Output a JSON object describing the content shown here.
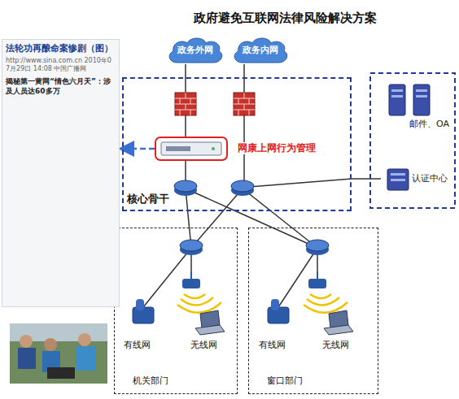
{
  "diagram": {
    "title": "政府避免互联网法律风险解决方案",
    "nodes": [
      {
        "text": [
          "政务外网"
        ]
      },
      {
        "text": [
          "政务内网"
        ]
      },
      {
        "text": [
          "核心骨干"
        ]
      },
      {
        "text": [
          "网康上网行为管理"
        ],
        "in": 2
      },
      {
        "text": [
          "邮件、OA"
        ]
      },
      {
        "text": [
          "认证中心"
        ]
      },
      {
        "text": [
          "机关部门"
        ]
      },
      {
        "text": [
          "窗口部门"
        ]
      },
      {
        "text": [
          "法轮功再酿命案惨剧（图）",
          "http://www.sina.com.cn 2010年07月29日 14:08 中国广播网",
          "揭秘第一黄网“情色六月天”：涉及人员达60多万"
        ]
      }
    ],
    "edges": [
      {
        "from": 0,
        "to": 3,
        "arrow": "none"
      },
      {
        "from": 1,
        "to": 2,
        "arrow": "none"
      },
      {
        "from": 3,
        "to": 8,
        "arrow": "to"
      },
      {
        "from": 2,
        "to": 5,
        "arrow": "none"
      },
      {
        "from": 2,
        "to": 6,
        "arrow": "none"
      },
      {
        "from": 2,
        "to": 7,
        "arrow": "none"
      },
      {
        "from": 2,
        "to": 6,
        "arrow": "none"
      },
      {
        "from": 2,
        "to": 7,
        "arrow": "none"
      }
    ],
    "labels": [
      "有线网",
      "无线网",
      "有线网",
      "无线网"
    ]
  }
}
